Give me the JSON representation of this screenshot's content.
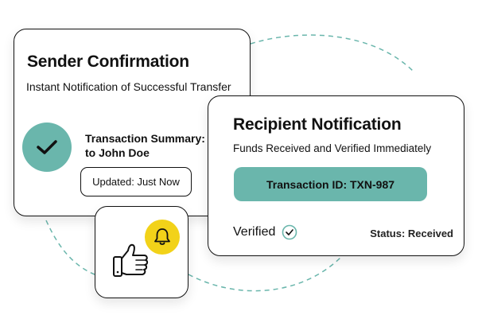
{
  "sender": {
    "title": "Sender Confirmation",
    "subtitle": "Instant Notification of Successful Transfer",
    "summary_line1": "Transaction Summary: S",
    "summary_line2": "to John Doe",
    "updated_label": "Updated: Just Now",
    "check_icon": "check-icon"
  },
  "recipient": {
    "title": "Recipient Notification",
    "subtitle": "Funds Received and Verified Immediately",
    "transaction_id": "Transaction ID: TXN-987",
    "verified_label": "Verified",
    "status_text": "Status: Received",
    "verified_icon": "check-circle-icon"
  },
  "badge": {
    "icons": [
      "bell-icon",
      "thumbs-up-icon"
    ]
  },
  "colors": {
    "accent_teal": "#6ab6ac",
    "bell_yellow": "#f2d219",
    "dashed_ring": "#6ab6ac"
  }
}
